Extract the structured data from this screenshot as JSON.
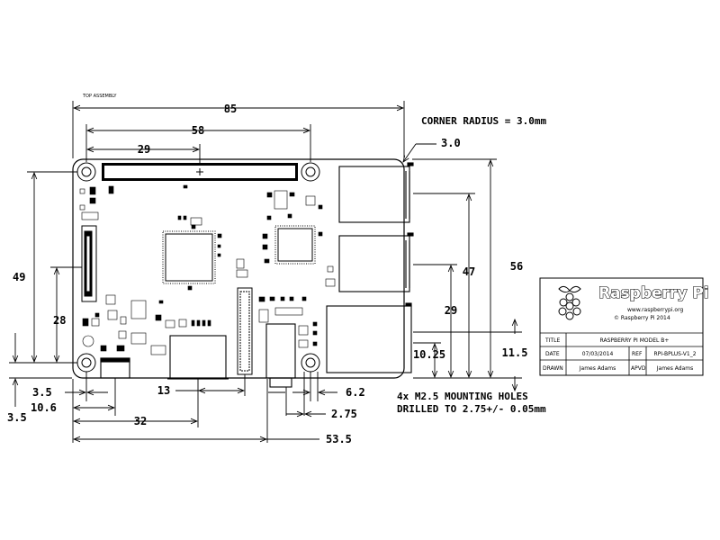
{
  "drawing": {
    "view_label": "TOP ASSEMBLY",
    "dimensions": {
      "width_overall": "85",
      "hole_to_hole_x": "58",
      "header_center": "29",
      "corner_radius_value": "3.0",
      "height_overall": "56",
      "ethernet_center": "47",
      "usb_center": "29",
      "usb_lower": "10.25",
      "ethernet_offset": "11.5",
      "left_height_49": "49",
      "left_height_28": "28",
      "left_height_3_5": "3.5",
      "bottom_3_5": "3.5",
      "bottom_10_6": "10.6",
      "bottom_32": "32",
      "bottom_13": "13",
      "bottom_53_5": "53.5",
      "bottom_6_2": "6.2",
      "bottom_2_75": "2.75"
    },
    "notes": {
      "corner_radius": "CORNER RADIUS = 3.0mm",
      "mounting_holes_line1": "4x M2.5 MOUNTING HOLES",
      "mounting_holes_line2": "DRILLED TO 2.75+/- 0.05mm"
    }
  },
  "title_block": {
    "brand": "Raspberry Pi",
    "website": "www.raspberrypi.org",
    "copyright": "© Raspberry Pi 2014",
    "title_label": "TITLE",
    "title_value": "RASPBERRY PI MODEL B+",
    "date_label": "DATE",
    "date_value": "07/03/2014",
    "ref_label": "REF",
    "ref_value": "RPI-BPLUS-V1_2",
    "drawn_label": "DRAWN",
    "drawn_value": "James Adams",
    "apvd_label": "APVD",
    "apvd_value": "James Adams"
  }
}
